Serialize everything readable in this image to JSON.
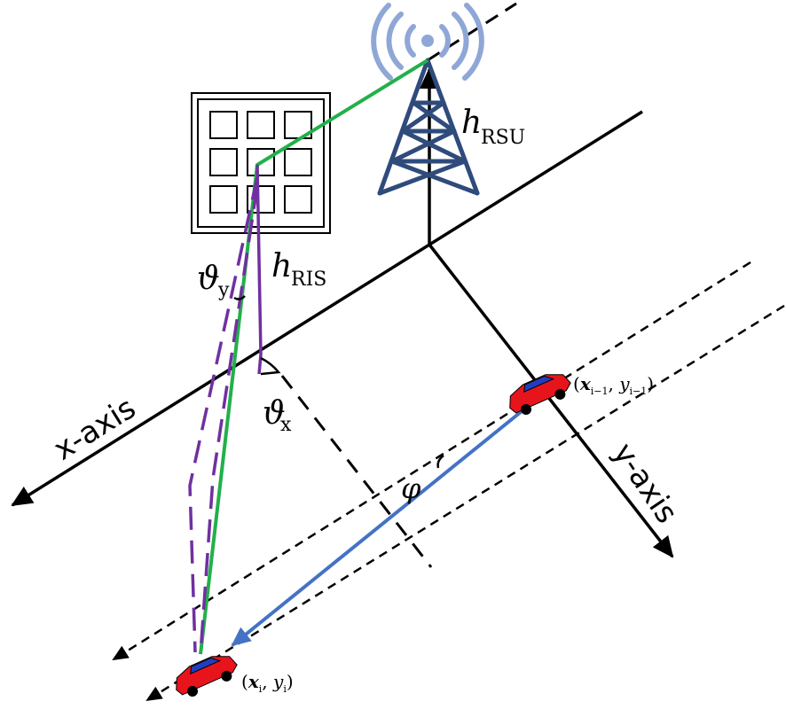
{
  "labels": {
    "x_axis": "x-axis",
    "y_axis": "y-axis",
    "h_rsu_main": "h",
    "h_rsu_sub": "RSU",
    "h_ris_main": "h",
    "h_ris_sub": "RIS",
    "theta_y_main": "ϑ",
    "theta_y_sub": "y",
    "theta_x_main": "ϑ",
    "theta_x_sub": "x",
    "phi": "φ",
    "vehicle_prev_coord": {
      "open": "(",
      "x": "x",
      "x_sub": "i−1",
      "sep": ", ",
      "y": "y",
      "y_sub": "i−1",
      "close": ")"
    },
    "vehicle_curr_coord": {
      "open": "(",
      "x": "x",
      "x_sub": "i",
      "sep": ", ",
      "y": "y",
      "y_sub": "i",
      "close": ")"
    }
  },
  "colors": {
    "axis": "#000000",
    "tower": "#2f4b7c",
    "signal": "#8fa7d6",
    "green_link": "#22b04a",
    "purple": "#7030a0",
    "blue_arrow": "#4472c4",
    "car_body": "#e8141c",
    "car_window": "#1f3fbf"
  }
}
